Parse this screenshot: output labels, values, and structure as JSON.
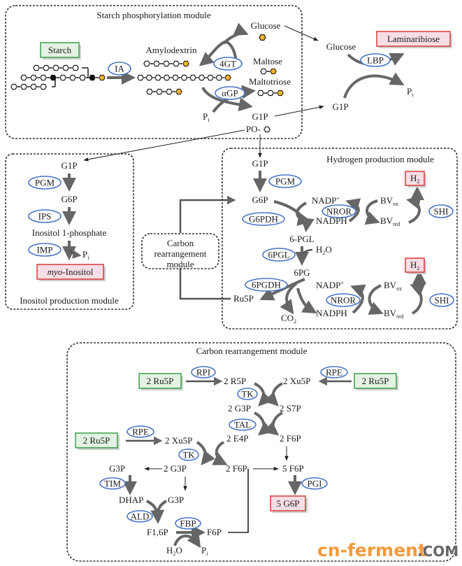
{
  "modules": {
    "starch": {
      "title": "Starch phosphorylation module",
      "substrate": "Starch",
      "enzymes": {
        "ia": "IA",
        "fourgt": "4GT",
        "agp": "αGP",
        "lbp": "LBP"
      },
      "labels": {
        "amylodextrin": "Amylodextrin",
        "glucose_top": "Glucose",
        "maltose": "Maltose",
        "maltotriose": "Maltotriose",
        "pi": "P",
        "pi_sub": "i",
        "g1p": "G1P",
        "po": "PO-",
        "glucose_right": "Glucose",
        "g1p_right": "G1P",
        "pi_right": "P",
        "pi_right_sub": "i"
      },
      "product": "Laminaribiose"
    },
    "inositol": {
      "title": "Inositol production module",
      "labels": {
        "g1p": "G1P",
        "g6p": "G6P",
        "i1p": "Inositol 1-phosphate",
        "pi": "P",
        "pi_sub": "i"
      },
      "enzymes": {
        "pgm": "PGM",
        "ips": "IPS",
        "imp": "IMP"
      },
      "product_italic": "myo",
      "product_rest": "-Inositol"
    },
    "carbon_ref": {
      "line1": "Carbon",
      "line2": "rearrangement",
      "line3": "module"
    },
    "hydrogen": {
      "title": "Hydrogen production module",
      "labels": {
        "g1p": "G1P",
        "g6p": "G6P",
        "pgl6": "6-PGL",
        "h2o": "H",
        "h2o_sub": "2",
        "h2o_o": "O",
        "pg6": "6PG",
        "ru5p": "Ru5P",
        "co2": "CO",
        "co2_sub": "2",
        "nadp1": "NADP",
        "nadph1": "NADPH",
        "nadp2": "NADP",
        "nadph2": "NADPH",
        "plus": "+",
        "bv": "BV",
        "ox": "ox",
        "red": "red"
      },
      "enzymes": {
        "pgm": "PGM",
        "g6pdh": "G6PDH",
        "nror1": "NROR",
        "shi1": "SHI",
        "pgl6": "6PGL",
        "pgdh6": "6PGDH",
        "nror2": "NROR",
        "shi2": "SHI"
      },
      "product": "H",
      "product_sub": "2"
    },
    "carbon": {
      "title": "Carbon rearrangement module",
      "inputs": [
        "2 Ru5P",
        "2 Ru5P",
        "2 Ru5P"
      ],
      "labels": {
        "r5p": "2 R5P",
        "xu5p_top": "2 Xu5P",
        "g3p2": "2 G3P",
        "s7p": "2 S7P",
        "e4p": "2 E4P",
        "f6p2": "2 F6P",
        "xu5p_left": "2 Xu5P",
        "g3p_left": "G3P",
        "g3p2_b": "2 G3P",
        "f6p2_b": "2 F6P",
        "f6p5": "5 F6P",
        "dhap": "DHAP",
        "g3p_mid": "G3P",
        "f16p": "F1,6P",
        "f6p": "F6P",
        "h2o": "H",
        "h2o_sub": "2",
        "h2o_o": "O",
        "pi": "P",
        "pi_sub": "i"
      },
      "enzymes": {
        "rpi": "RPI",
        "rpe_top": "RPE",
        "tk1": "TK",
        "tal": "TAL",
        "rpe_left": "RPE",
        "tk2": "TK",
        "tim": "TIM",
        "ald": "ALD",
        "fbp": "FBP",
        "pgi": "PGI"
      },
      "product": "5 G6P"
    }
  },
  "colors": {
    "enzyme_outline": "#4a74c9",
    "substrate_fill": "#e3f2e3",
    "substrate_border": "#3aa04a",
    "product_fill": "#f7dde6",
    "product_border": "#d93a3a",
    "reducing_end": "#f0b429"
  },
  "watermark": {
    "main": "cn-ferment",
    "suffix": ".COM"
  }
}
